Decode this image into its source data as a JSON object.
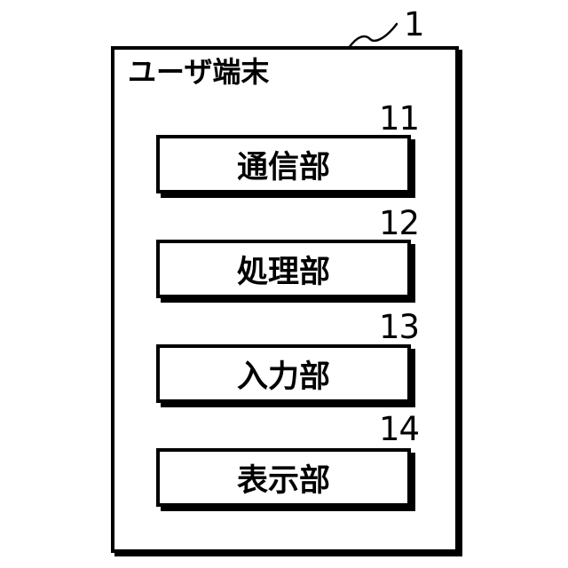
{
  "figure": {
    "outer_box": {
      "ref": "1",
      "title": "ユーザ端末"
    },
    "units": [
      {
        "ref": "11",
        "label": "通信部"
      },
      {
        "ref": "12",
        "label": "処理部"
      },
      {
        "ref": "13",
        "label": "入力部"
      },
      {
        "ref": "14",
        "label": "表示部"
      }
    ],
    "colors": {
      "line": "#000000",
      "background": "#ffffff",
      "box_fill": "#ffffff"
    }
  }
}
